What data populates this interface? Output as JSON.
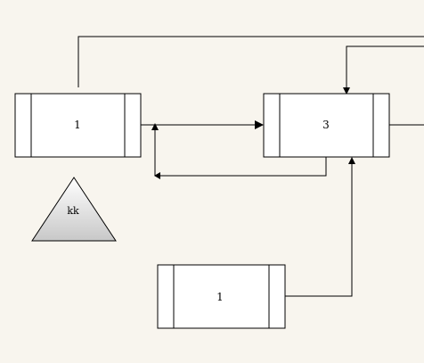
{
  "diagram": {
    "colors": {
      "background": "#f8f5ee",
      "stroke": "#000000",
      "box_fill": "#ffffff",
      "triangle_fill_top": "#ffffff",
      "triangle_fill_bottom": "#c8c8c8"
    },
    "nodes": [
      {
        "id": "left",
        "label": "1"
      },
      {
        "id": "center",
        "label": "3"
      },
      {
        "id": "bottom",
        "label": "1"
      }
    ],
    "triangle": {
      "label": "kk"
    }
  }
}
